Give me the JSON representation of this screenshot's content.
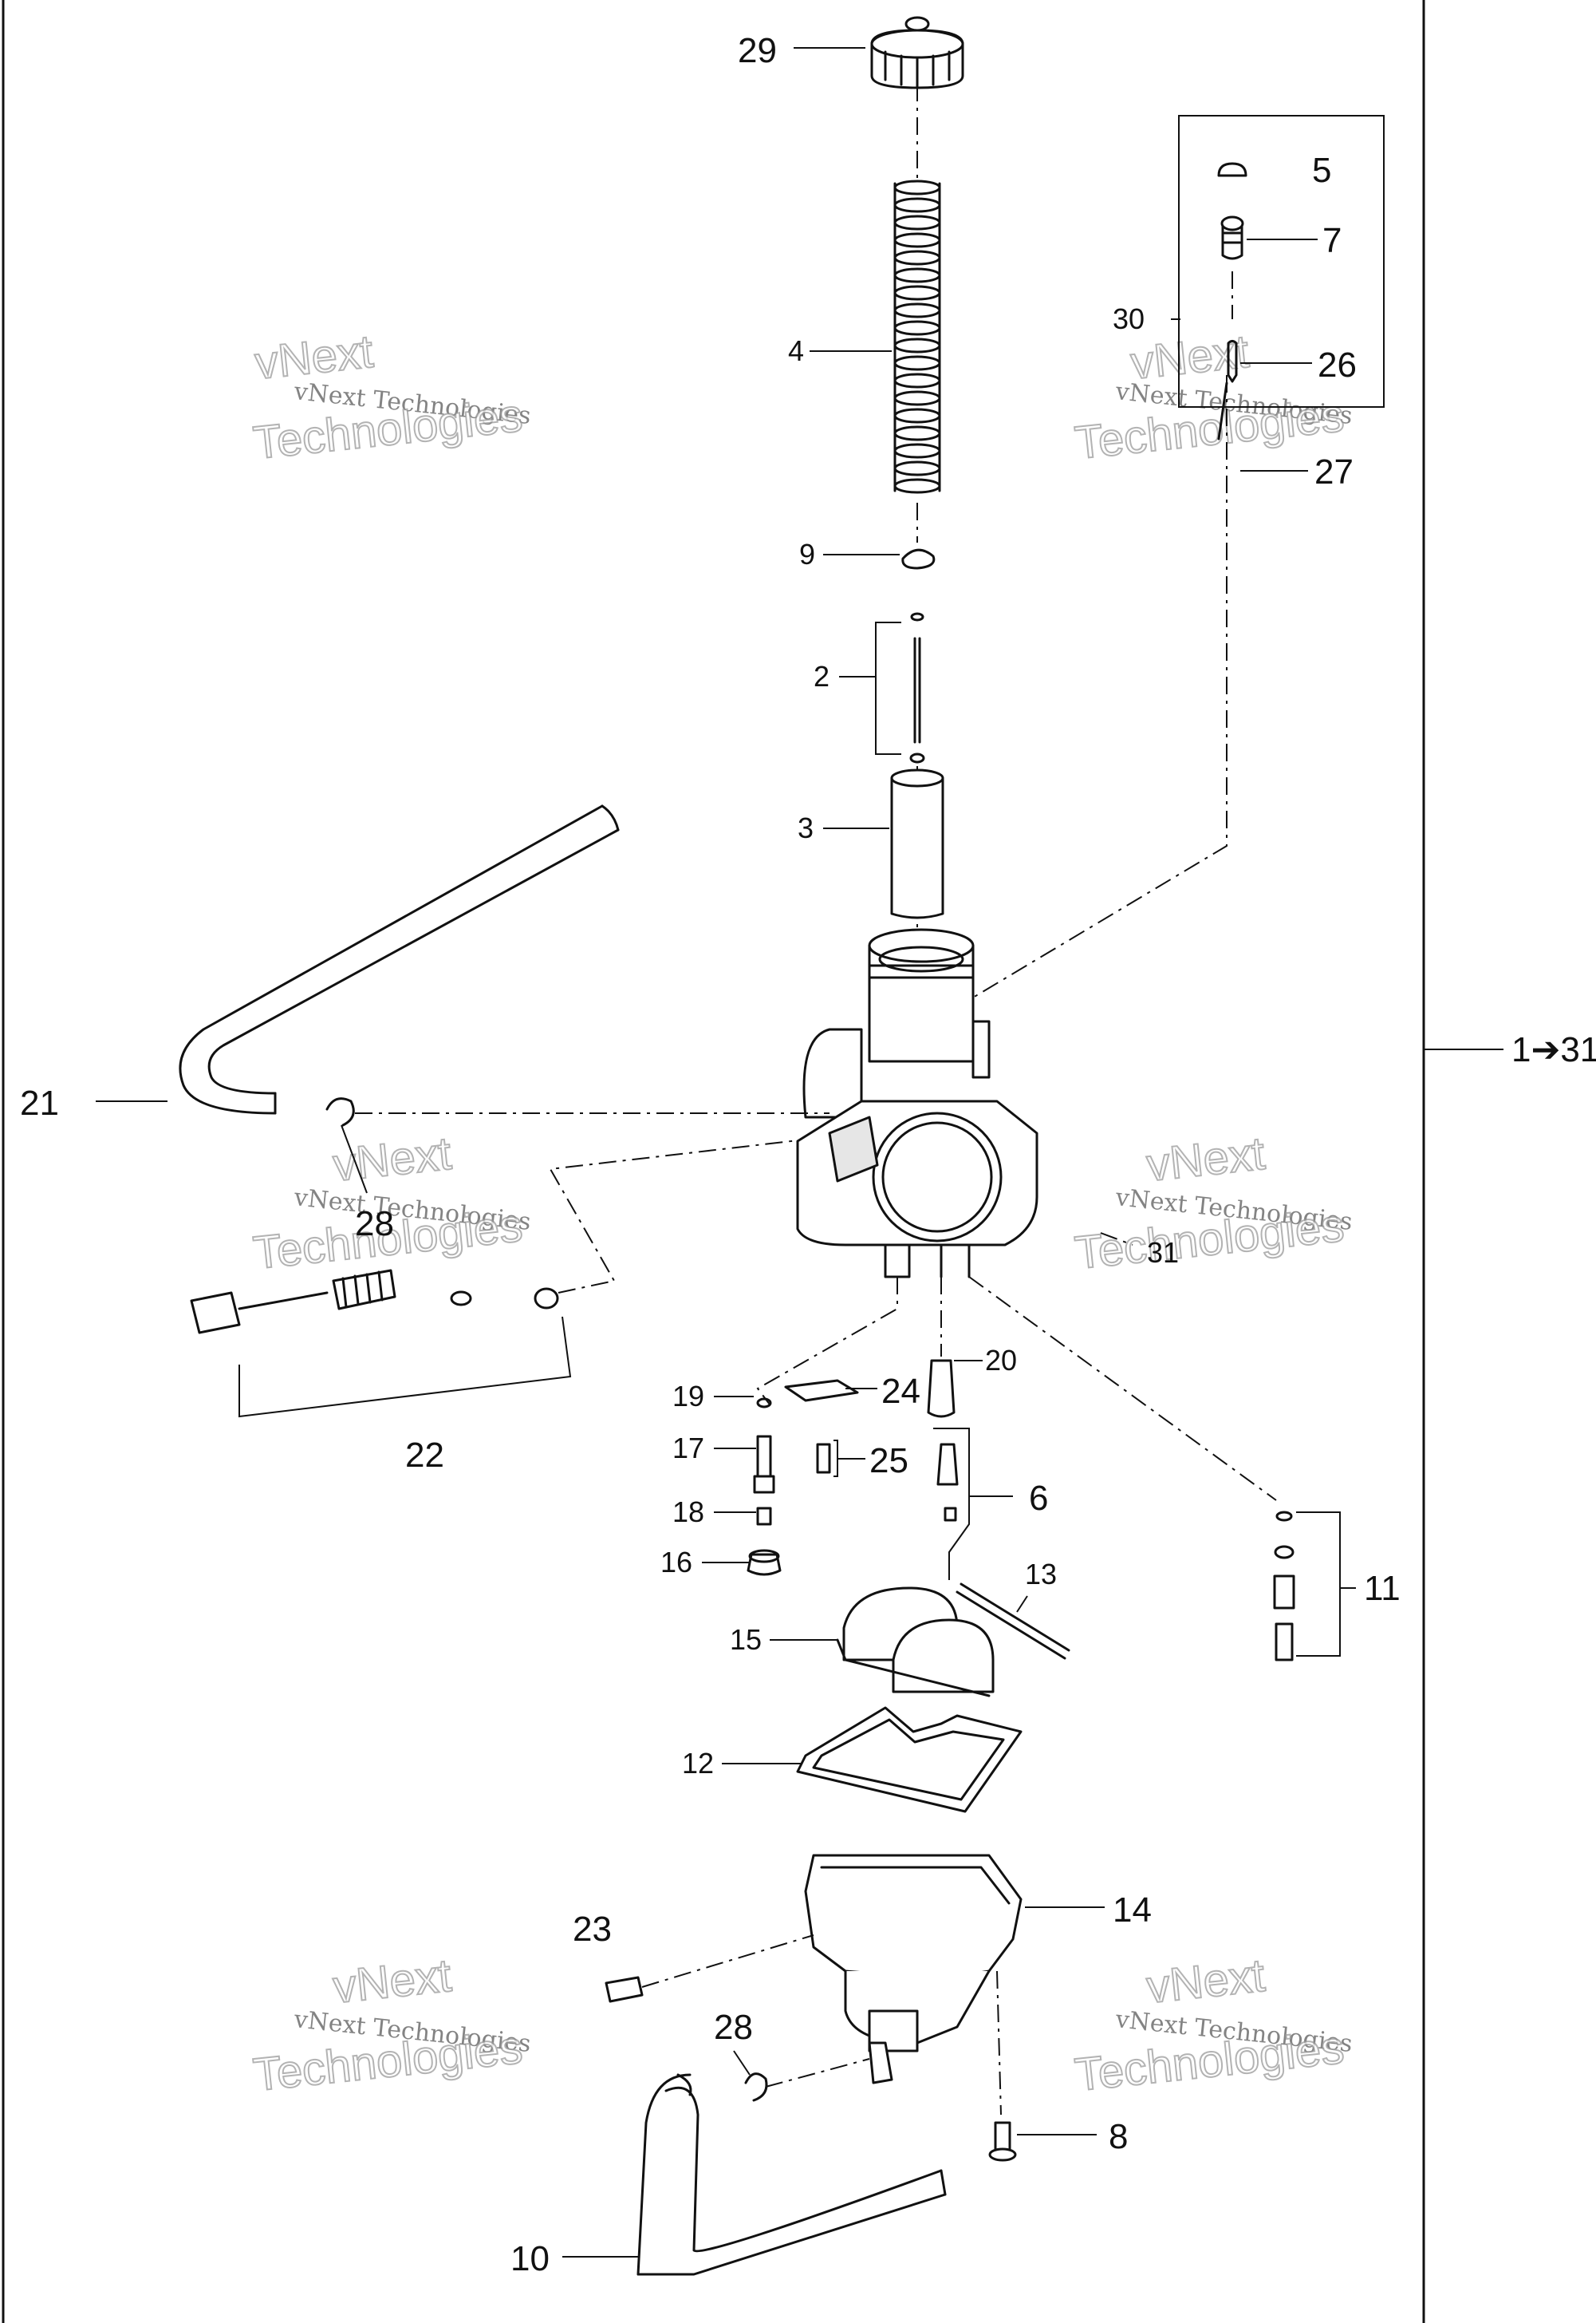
{
  "diagram": {
    "range_label": "1➔31",
    "watermark": {
      "line1": "vNext Technologies",
      "line2": "vNext",
      "line3": "Technologies"
    },
    "callouts": {
      "c1": "29",
      "c2": "4",
      "c3": "9",
      "c4": "2",
      "c5": "3",
      "c6": "5",
      "c7": "7",
      "c8": "30",
      "c9": "26",
      "c10": "27",
      "c11": "21",
      "c12": "28",
      "c13": "22",
      "c14": "31",
      "c15": "19",
      "c16": "24",
      "c17": "20",
      "c18": "17",
      "c19": "25",
      "c20": "6",
      "c21": "18",
      "c22": "16",
      "c23": "13",
      "c24": "15",
      "c25": "11",
      "c26": "12",
      "c27": "14",
      "c28": "23",
      "c29": "28",
      "c30": "8",
      "c31": "10"
    }
  }
}
